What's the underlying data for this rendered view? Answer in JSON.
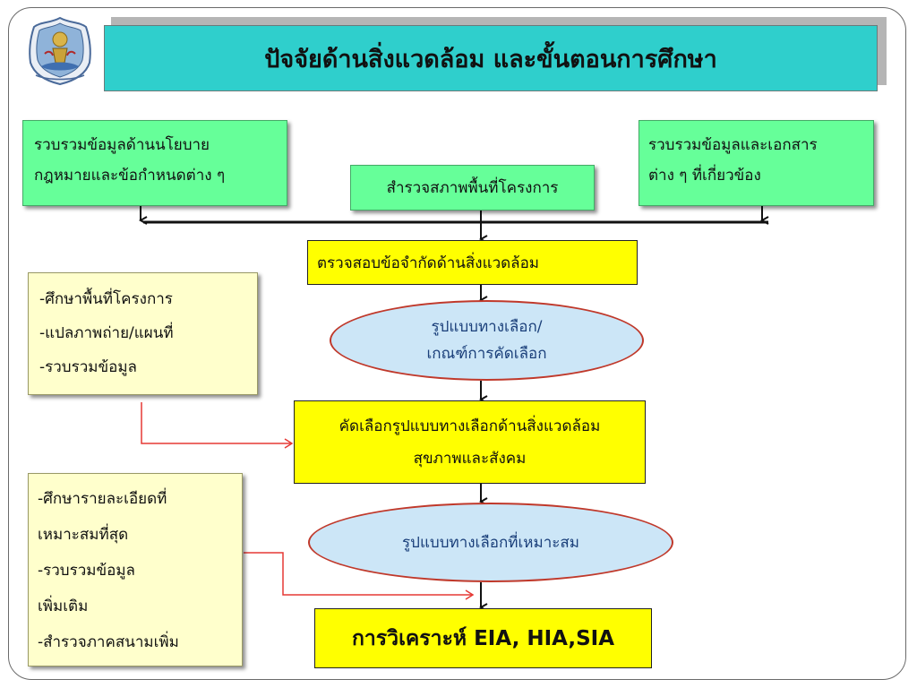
{
  "title": "ปัจจัยด้านสิ่งแวดล้อม และขั้นตอนการศึกษา",
  "colors": {
    "title_bg": "#2fcfcc",
    "green_box": "#66ff99",
    "yellow_box": "#ffff00",
    "cream_box": "#ffffcc",
    "ellipse_fill": "#cce6f7",
    "ellipse_border": "#c0392b",
    "red_arrow": "#e53935"
  },
  "logo": {
    "icon": "department-seal-icon"
  },
  "nodes": {
    "policy": {
      "line1": "รวบรวมข้อมูลด้านนโยบาย",
      "line2": "กฎหมายและข้อกำหนดต่าง ๆ"
    },
    "survey": {
      "text": "สำรวจสภาพพื้นที่โครงการ"
    },
    "documents": {
      "line1": "รวบรวมข้อมูลและเอกสาร",
      "line2": "ต่าง ๆ ที่เกี่ยวข้อง"
    },
    "check_constraints": {
      "text": "ตรวจสอบข้อจำกัดด้านสิ่งแวดล้อม"
    },
    "alternatives": {
      "line1": "รูปแบบทางเลือก/",
      "line2": "เกณฑ์การคัดเลือก"
    },
    "select": {
      "line1": "คัดเลือกรูปแบบทางเลือกด้านสิ่งแวดล้อม",
      "line2": "สุขภาพและสังคม"
    },
    "suitable": {
      "text": "รูปแบบทางเลือกที่เหมาะสม"
    },
    "analysis": {
      "text": "การวิเคราะห์ EIA, HIA,SIA"
    },
    "side_study": {
      "line1": "-ศึกษาพื้นที่โครงการ",
      "line2": "-แปลภาพถ่าย/แผนที่",
      "line3": "-รวบรวมข้อมูล"
    },
    "side_detail": {
      "line1": "-ศึกษารายละเอียดที่",
      "line2": "เหมาะสมที่สุด",
      "line3": "-รวบรวมข้อมูล",
      "line4": "เพิ่มเติม",
      "line5": "-สำรวจภาคสนามเพิ่ม"
    }
  }
}
